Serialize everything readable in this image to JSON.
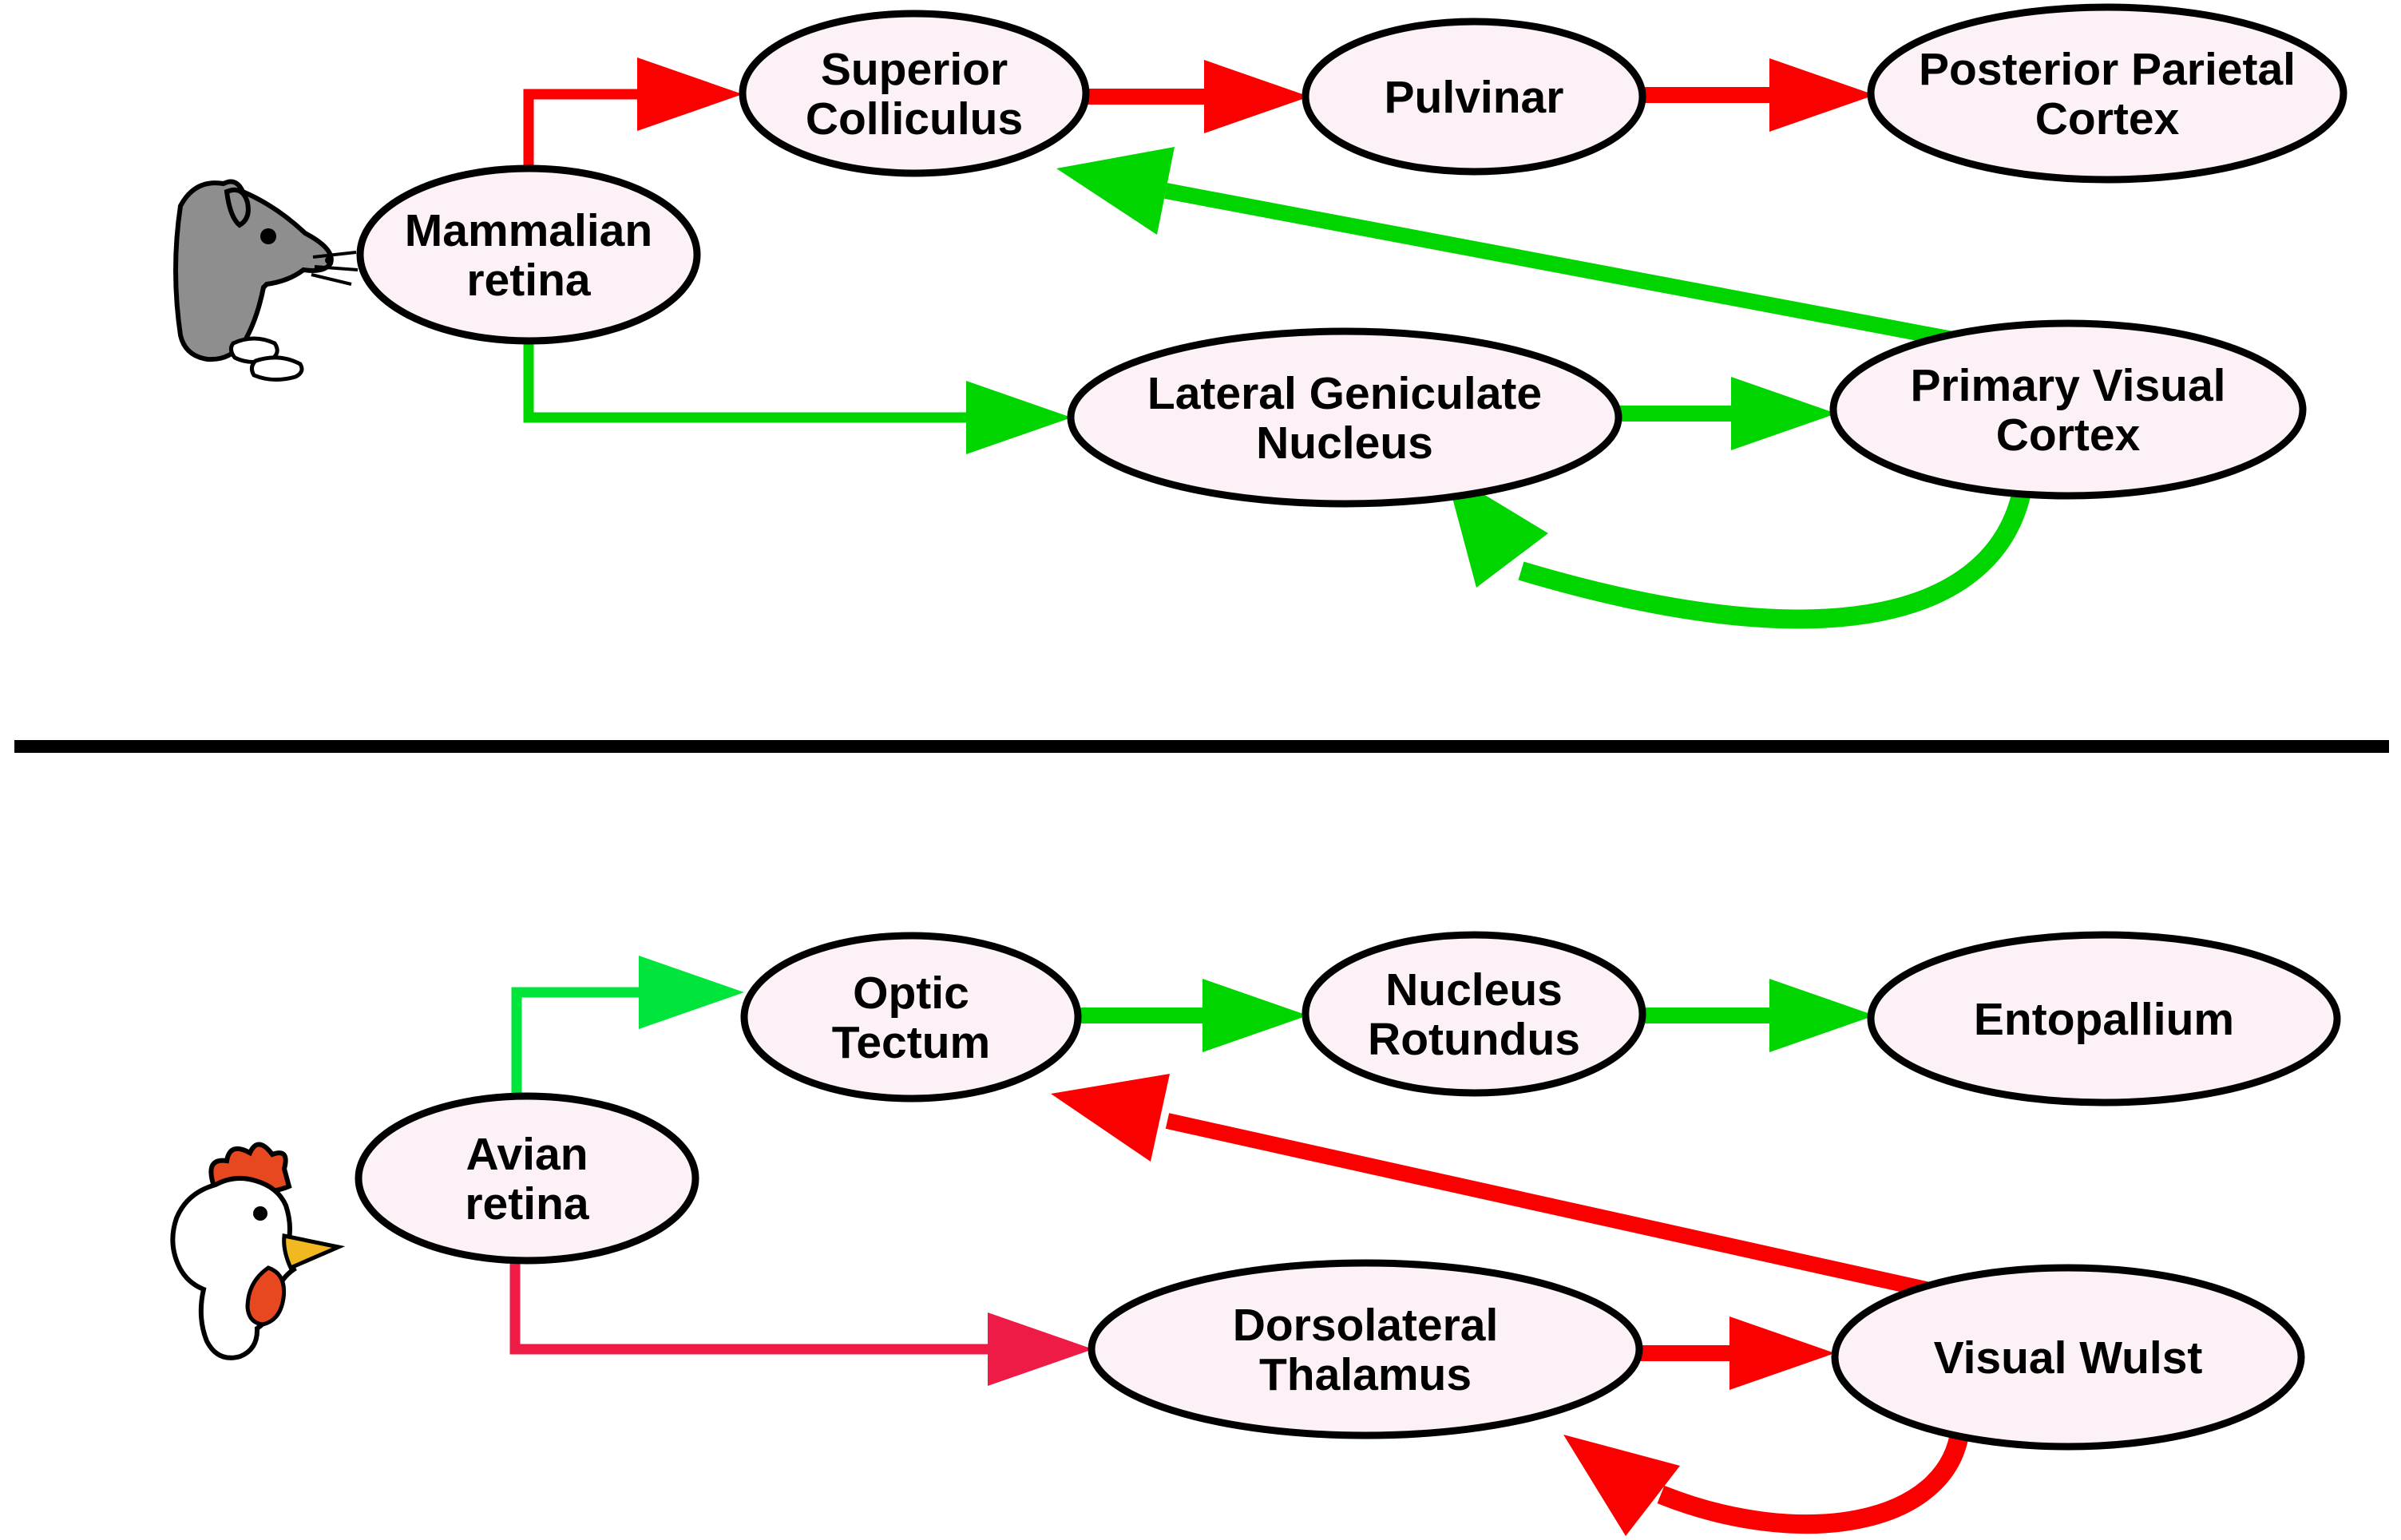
{
  "figure": {
    "kind": "neural-pathway-diagram",
    "description": "Comparison of mammalian and avian visual pathways",
    "panel_count": 2
  },
  "colors": {
    "background": "#FFFFFF",
    "node_fill": "#FBF1F6",
    "node_outline": "#000000",
    "red": "#FB0000",
    "crimson": "#ED1B45",
    "green": "#00D500",
    "spring_green": "#00E53C",
    "divider": "#000000",
    "mouse_gray": "#8E8E8E",
    "comb_red": "#E8481F",
    "beak_yellow": "#F2B822",
    "animal_white": "#FFFFFF",
    "text": "#000000"
  },
  "panels": {
    "mammalian": {
      "animal_icon": "mouse",
      "nodes": {
        "retina": {
          "line1": "Mammalian",
          "line2": "retina"
        },
        "superior_colliculus": {
          "line1": "Superior",
          "line2": "Colliculus"
        },
        "pulvinar": {
          "line1": "Pulvinar"
        },
        "posterior_parietal_cortex": {
          "line1": "Posterior Parietal",
          "line2": "Cortex"
        },
        "lateral_geniculate_nucleus": {
          "line1": "Lateral Geniculate",
          "line2": "Nucleus"
        },
        "primary_visual_cortex": {
          "line1": "Primary Visual",
          "line2": "Cortex"
        }
      },
      "edges": [
        {
          "from": "Mammalian retina",
          "to": "Superior Colliculus",
          "color": "red",
          "style": "elbow-up"
        },
        {
          "from": "Superior Colliculus",
          "to": "Pulvinar",
          "color": "red",
          "style": "straight"
        },
        {
          "from": "Pulvinar",
          "to": "Posterior Parietal Cortex",
          "color": "red",
          "style": "straight"
        },
        {
          "from": "Mammalian retina",
          "to": "Lateral Geniculate Nucleus",
          "color": "green",
          "style": "elbow-down"
        },
        {
          "from": "Lateral Geniculate Nucleus",
          "to": "Primary Visual Cortex",
          "color": "green",
          "style": "straight"
        },
        {
          "from": "Primary Visual Cortex",
          "to": "Superior Colliculus",
          "color": "green",
          "style": "diagonal-feedback"
        },
        {
          "from": "Primary Visual Cortex",
          "to": "Lateral Geniculate Nucleus",
          "color": "green",
          "style": "curved-feedback"
        }
      ]
    },
    "avian": {
      "animal_icon": "chicken",
      "nodes": {
        "retina": {
          "line1": "Avian",
          "line2": "retina"
        },
        "optic_tectum": {
          "line1": "Optic",
          "line2": "Tectum"
        },
        "nucleus_rotundus": {
          "line1": "Nucleus",
          "line2": "Rotundus"
        },
        "entopallium": {
          "line1": "Entopallium"
        },
        "dorsolateral_thalamus": {
          "line1": "Dorsolateral",
          "line2": "Thalamus"
        },
        "visual_wulst": {
          "line1": "Visual Wulst"
        }
      },
      "edges": [
        {
          "from": "Avian retina",
          "to": "Optic Tectum",
          "color": "spring_green",
          "style": "elbow-up"
        },
        {
          "from": "Optic Tectum",
          "to": "Nucleus Rotundus",
          "color": "green",
          "style": "straight"
        },
        {
          "from": "Nucleus Rotundus",
          "to": "Entopallium",
          "color": "green",
          "style": "straight"
        },
        {
          "from": "Avian retina",
          "to": "Dorsolateral Thalamus",
          "color": "crimson",
          "style": "elbow-down"
        },
        {
          "from": "Dorsolateral Thalamus",
          "to": "Visual Wulst",
          "color": "red",
          "style": "straight"
        },
        {
          "from": "Visual Wulst",
          "to": "Optic Tectum",
          "color": "red",
          "style": "diagonal-feedback"
        },
        {
          "from": "Visual Wulst",
          "to": "Dorsolateral Thalamus",
          "color": "red",
          "style": "curved-feedback"
        }
      ]
    }
  }
}
